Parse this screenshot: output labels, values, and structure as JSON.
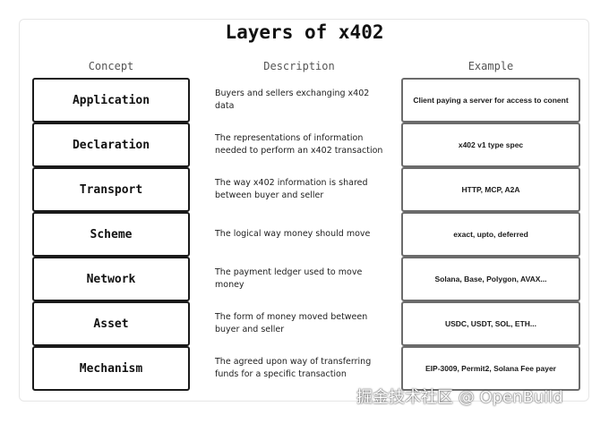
{
  "title": "Layers of x402",
  "headers": {
    "concept": "Concept",
    "description": "Description",
    "example": "Example"
  },
  "rows": [
    {
      "concept": "Application",
      "description": "Buyers and sellers exchanging x402 data",
      "example": "Client paying a server for access to conent"
    },
    {
      "concept": "Declaration",
      "description": "The representations of information needed to perform an x402 transaction",
      "example": "x402 v1 type spec"
    },
    {
      "concept": "Transport",
      "description": "The way x402 information is shared between buyer and seller",
      "example": "HTTP, MCP, A2A"
    },
    {
      "concept": "Scheme",
      "description": "The logical way money should move",
      "example": "exact, upto, deferred"
    },
    {
      "concept": "Network",
      "description": "The payment ledger used to move money",
      "example": "Solana, Base, Polygon, AVAX..."
    },
    {
      "concept": "Asset",
      "description": "The form of money moved between buyer and seller",
      "example": "USDC, USDT, SOL, ETH..."
    },
    {
      "concept": "Mechanism",
      "description": "The agreed upon way of transferring funds for a specific transaction",
      "example": "EIP-3009, Permit2, Solana Fee payer"
    }
  ],
  "watermark": "掘金技术社区 @ OpenBuild"
}
